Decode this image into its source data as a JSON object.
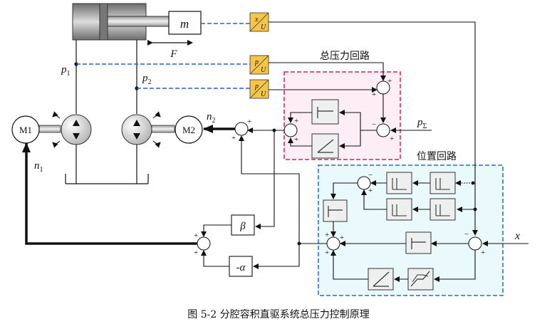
{
  "figure": {
    "caption": "图 5-2 分腔容积直驱系统总压力控制原理"
  },
  "mechanism": {
    "mass_label": "m",
    "force_label": "F",
    "motor_left": "M1",
    "motor_right": "M2",
    "p1": "p1",
    "p2": "p2",
    "n1": "n1",
    "n2": "n2"
  },
  "sensors": {
    "xu_top": "x",
    "xu_bottom": "U",
    "pu1_top": "p",
    "pu1_bottom": "U",
    "pu2_top": "p",
    "pu2_bottom": "U"
  },
  "loops": {
    "pressure_loop_title": "总压力回路",
    "position_loop_title": "位置回路",
    "p_sigma": "p",
    "p_sigma_sub": "Σ",
    "x_input": "x"
  },
  "gains": {
    "beta": "β",
    "alpha": "-α"
  },
  "colors": {
    "pressure_box": "#d81b60",
    "pressure_fill": "#fdeef5",
    "position_box": "#1e6fd9",
    "position_fill": "#eaf9fb",
    "sensor_fill": "#f5c54a",
    "dashed_signal": "#2a5bd7",
    "block_fill": "#eef0f0"
  }
}
